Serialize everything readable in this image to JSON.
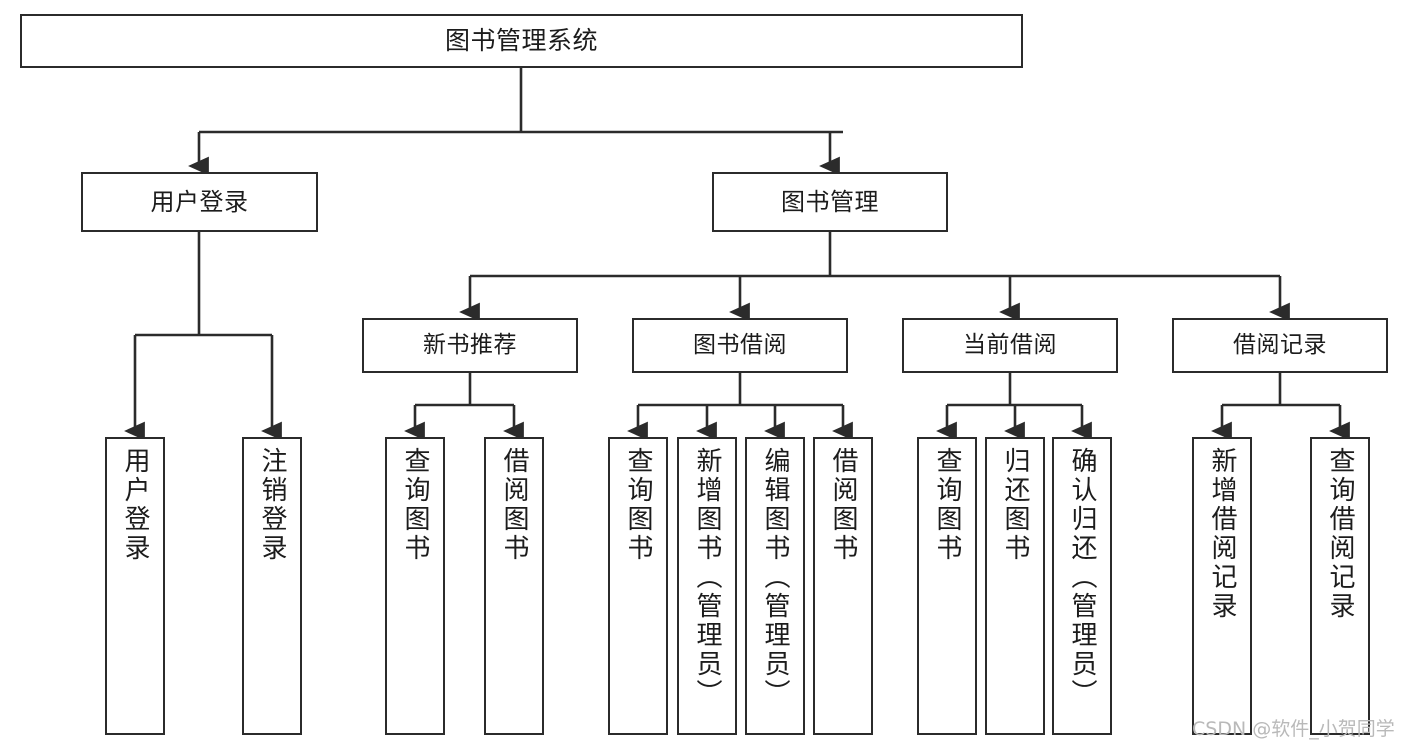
{
  "diagram": {
    "title": "图书管理系统",
    "type": "tree-hierarchy-chart",
    "orientation": "top-down",
    "colors": {
      "box_border": "#2b2b2b",
      "box_fill": "#ffffff",
      "edge": "#2b2b2b",
      "text": "#1c1c1c",
      "watermark": "#b9b9b9",
      "background": "#ffffff"
    },
    "root": {
      "label": "图书管理系统"
    },
    "level1": [
      {
        "label": "用户登录"
      },
      {
        "label": "图书管理"
      }
    ],
    "level2": [
      {
        "label": "新书推荐"
      },
      {
        "label": "图书借阅"
      },
      {
        "label": "当前借阅"
      },
      {
        "label": "借阅记录"
      }
    ],
    "leaves": {
      "user_login": [
        {
          "label": "用户登录"
        },
        {
          "label": "注销登录"
        }
      ],
      "new_book_recommend": [
        {
          "label": "查询图书"
        },
        {
          "label": "借阅图书"
        }
      ],
      "book_borrow": [
        {
          "label": "查询图书"
        },
        {
          "label": "新增图书（管理员）"
        },
        {
          "label": "编辑图书（管理员）"
        },
        {
          "label": "借阅图书"
        }
      ],
      "current_borrow": [
        {
          "label": "查询图书"
        },
        {
          "label": "归还图书"
        },
        {
          "label": "确认归还（管理员）"
        }
      ],
      "borrow_records": [
        {
          "label": "新增借阅记录"
        },
        {
          "label": "查询借阅记录"
        }
      ]
    }
  },
  "watermark": {
    "text": "CSDN @软件_小贺同学"
  }
}
